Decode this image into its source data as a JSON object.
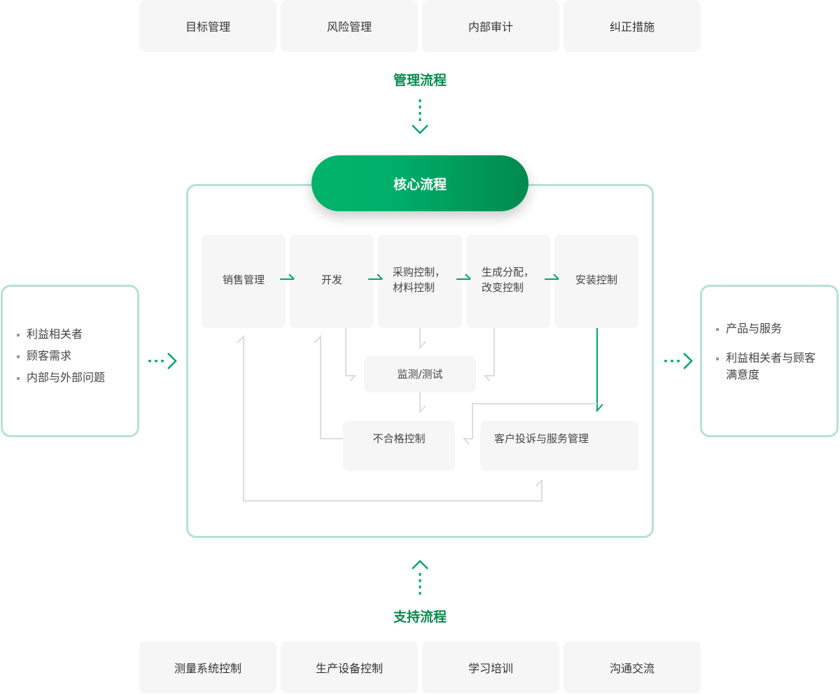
{
  "management": {
    "items": [
      "目标管理",
      "风险管理",
      "内部审计",
      "纠正措施"
    ],
    "title": "管理流程"
  },
  "core": {
    "title": "核心流程",
    "steps": [
      "销售管理",
      "开发",
      "采购控制，",
      "材料控制",
      "生成分配，",
      "改变控制",
      "安装控制"
    ],
    "monitor": "监测/测试",
    "nonconform": "不合格控制",
    "complaint": "客户投诉与服务管理"
  },
  "inputs": {
    "items": [
      "利益相关者",
      "顾客需求",
      "内部与外部问题"
    ]
  },
  "outputs": {
    "items": [
      "产品与服务",
      "利益相关者与顾客",
      "满意度"
    ]
  },
  "support": {
    "title": "支持流程",
    "items": [
      "测量系统控制",
      "生产设备控制",
      "学习培训",
      "沟通交流"
    ]
  },
  "colors": {
    "accent": "#00a862",
    "border": "#b6e2d2",
    "connector": "#dddddd"
  }
}
